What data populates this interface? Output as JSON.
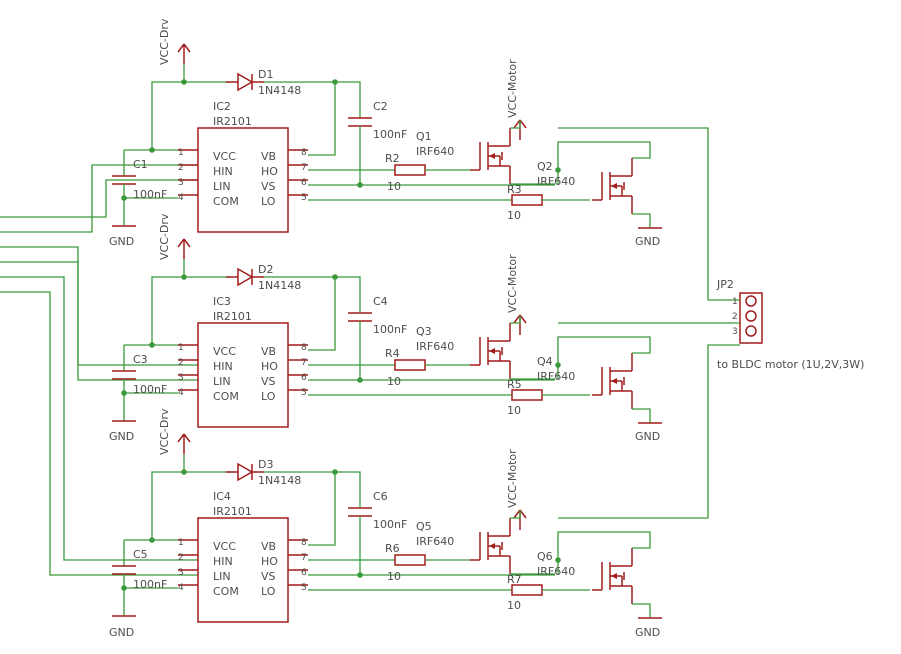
{
  "supplies": {
    "drv": "VCC-Drv",
    "motor": "VCC-Motor",
    "gnd": "GND"
  },
  "stages": [
    {
      "ic": "IC2",
      "diode": "D1",
      "cap": "C2",
      "cin": "C1",
      "qh": "Q1",
      "ql": "Q2",
      "rh": "R2",
      "rl": "R3"
    },
    {
      "ic": "IC3",
      "diode": "D2",
      "cap": "C4",
      "cin": "C3",
      "qh": "Q3",
      "ql": "Q4",
      "rh": "R4",
      "rl": "R5"
    },
    {
      "ic": "IC4",
      "diode": "D3",
      "cap": "C6",
      "cin": "C5",
      "qh": "Q5",
      "ql": "Q6",
      "rh": "R6",
      "rl": "R7"
    }
  ],
  "part_values": {
    "driver": "IR2101",
    "diode": "1N4148",
    "cap": "100nF",
    "fet": "IRF640",
    "resistor": "10"
  },
  "ic_pins": {
    "left_names": [
      "VCC",
      "HIN",
      "LIN",
      "COM"
    ],
    "left_numbers": [
      "1",
      "2",
      "3",
      "4"
    ],
    "right_names": [
      "VB",
      "HO",
      "VS",
      "LO"
    ],
    "right_numbers": [
      "8",
      "7",
      "6",
      "5"
    ]
  },
  "connector": {
    "name": "JP2",
    "pins": [
      "1",
      "2",
      "3"
    ],
    "label": "to BLDC motor (1U,2V,3W)"
  },
  "colors": {
    "wire": "#3a9a3a",
    "part": "#a31c1c",
    "text": "#4d4d4d"
  }
}
